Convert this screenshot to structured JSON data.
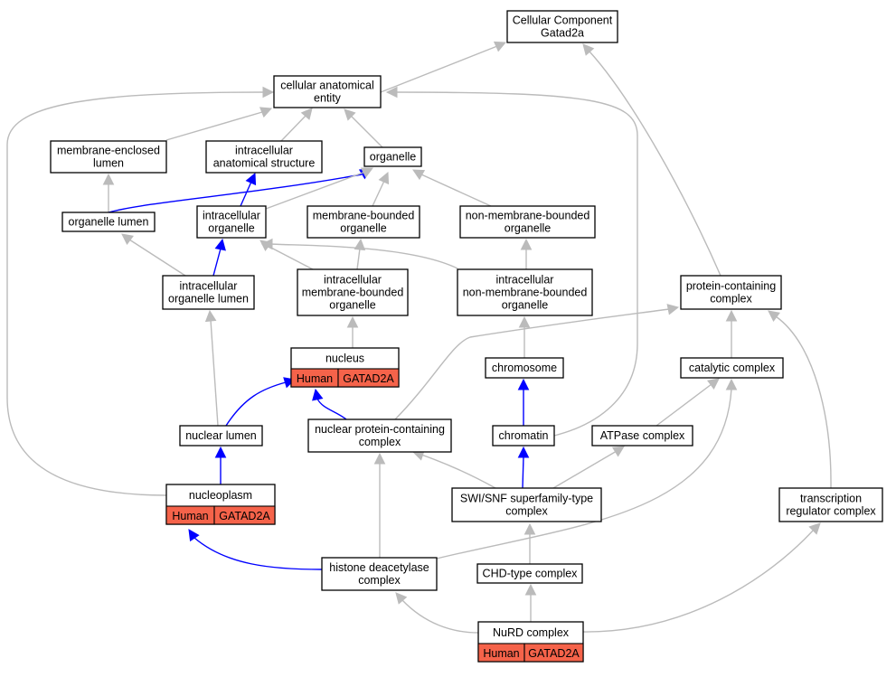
{
  "nodes": [
    {
      "id": "cc",
      "lines": [
        "Cellular Component",
        "Gatad2a"
      ]
    },
    {
      "id": "cae",
      "lines": [
        "cellular anatomical",
        "entity"
      ]
    },
    {
      "id": "mel",
      "lines": [
        "membrane-enclosed",
        "lumen"
      ]
    },
    {
      "id": "ias",
      "lines": [
        "intracellular",
        "anatomical structure"
      ]
    },
    {
      "id": "org",
      "lines": [
        "organelle"
      ]
    },
    {
      "id": "olu",
      "lines": [
        "organelle lumen"
      ]
    },
    {
      "id": "io",
      "lines": [
        "intracellular",
        "organelle"
      ]
    },
    {
      "id": "mbo",
      "lines": [
        "membrane-bounded",
        "organelle"
      ]
    },
    {
      "id": "nmbo",
      "lines": [
        "non-membrane-bounded",
        "organelle"
      ]
    },
    {
      "id": "iol",
      "lines": [
        "intracellular",
        "organelle lumen"
      ]
    },
    {
      "id": "imbo",
      "lines": [
        "intracellular",
        "membrane-bounded",
        "organelle"
      ]
    },
    {
      "id": "inmbo",
      "lines": [
        "intracellular",
        "non-membrane-bounded",
        "organelle"
      ]
    },
    {
      "id": "pcc",
      "lines": [
        "protein-containing",
        "complex"
      ]
    },
    {
      "id": "nuc",
      "lines": [
        "nucleus"
      ],
      "annotation": [
        "Human",
        "GATAD2A"
      ]
    },
    {
      "id": "chr",
      "lines": [
        "chromosome"
      ]
    },
    {
      "id": "cat",
      "lines": [
        "catalytic complex"
      ]
    },
    {
      "id": "nlu",
      "lines": [
        "nuclear lumen"
      ]
    },
    {
      "id": "npc",
      "lines": [
        "nuclear protein-containing",
        "complex"
      ]
    },
    {
      "id": "chro",
      "lines": [
        "chromatin"
      ]
    },
    {
      "id": "atp",
      "lines": [
        "ATPase complex"
      ]
    },
    {
      "id": "npl",
      "lines": [
        "nucleoplasm"
      ],
      "annotation": [
        "Human",
        "GATAD2A"
      ]
    },
    {
      "id": "swi",
      "lines": [
        "SWI/SNF superfamily-type",
        "complex"
      ]
    },
    {
      "id": "trc",
      "lines": [
        "transcription",
        "regulator complex"
      ]
    },
    {
      "id": "hdc",
      "lines": [
        "histone deacetylase",
        "complex"
      ]
    },
    {
      "id": "chd",
      "lines": [
        "CHD-type complex"
      ]
    },
    {
      "id": "nurd",
      "lines": [
        "NuRD complex"
      ],
      "annotation": [
        "Human",
        "GATAD2A"
      ]
    }
  ],
  "edges": [
    {
      "from": "cae",
      "to": "cc",
      "color": "#bbbbbb"
    },
    {
      "from": "pcc",
      "to": "cc",
      "color": "#bbbbbb"
    },
    {
      "from": "mel",
      "to": "cae",
      "color": "#bbbbbb"
    },
    {
      "from": "ias",
      "to": "cae",
      "color": "#bbbbbb"
    },
    {
      "from": "org",
      "to": "cae",
      "color": "#bbbbbb"
    },
    {
      "from": "npl",
      "to": "cae",
      "color": "#bbbbbb"
    },
    {
      "from": "chro",
      "to": "cae",
      "color": "#bbbbbb"
    },
    {
      "from": "olu",
      "to": "mel",
      "color": "#bbbbbb"
    },
    {
      "from": "olu",
      "to": "org",
      "color": "#0000ff"
    },
    {
      "from": "io",
      "to": "ias",
      "color": "#0000ff"
    },
    {
      "from": "io",
      "to": "org",
      "color": "#bbbbbb"
    },
    {
      "from": "mbo",
      "to": "org",
      "color": "#bbbbbb"
    },
    {
      "from": "nmbo",
      "to": "org",
      "color": "#bbbbbb"
    },
    {
      "from": "iol",
      "to": "olu",
      "color": "#bbbbbb"
    },
    {
      "from": "iol",
      "to": "io",
      "color": "#0000ff"
    },
    {
      "from": "imbo",
      "to": "io",
      "color": "#bbbbbb"
    },
    {
      "from": "imbo",
      "to": "mbo",
      "color": "#bbbbbb"
    },
    {
      "from": "inmbo",
      "to": "io",
      "color": "#bbbbbb"
    },
    {
      "from": "inmbo",
      "to": "nmbo",
      "color": "#bbbbbb"
    },
    {
      "from": "nuc",
      "to": "imbo",
      "color": "#bbbbbb"
    },
    {
      "from": "chr",
      "to": "inmbo",
      "color": "#bbbbbb"
    },
    {
      "from": "cat",
      "to": "pcc",
      "color": "#bbbbbb"
    },
    {
      "from": "npc",
      "to": "pcc",
      "color": "#bbbbbb"
    },
    {
      "from": "trc",
      "to": "pcc",
      "color": "#bbbbbb"
    },
    {
      "from": "nlu",
      "to": "iol",
      "color": "#bbbbbb"
    },
    {
      "from": "nlu",
      "to": "nuc",
      "color": "#0000ff"
    },
    {
      "from": "npc",
      "to": "nuc",
      "color": "#0000ff"
    },
    {
      "from": "chro",
      "to": "chr",
      "color": "#0000ff"
    },
    {
      "from": "atp",
      "to": "cat",
      "color": "#bbbbbb"
    },
    {
      "from": "npl",
      "to": "nlu",
      "color": "#0000ff"
    },
    {
      "from": "swi",
      "to": "npc",
      "color": "#bbbbbb"
    },
    {
      "from": "swi",
      "to": "chro",
      "color": "#0000ff"
    },
    {
      "from": "swi",
      "to": "atp",
      "color": "#bbbbbb"
    },
    {
      "from": "hdc",
      "to": "npl",
      "color": "#0000ff"
    },
    {
      "from": "hdc",
      "to": "npc",
      "color": "#bbbbbb"
    },
    {
      "from": "hdc",
      "to": "cat",
      "color": "#bbbbbb"
    },
    {
      "from": "chd",
      "to": "swi",
      "color": "#bbbbbb"
    },
    {
      "from": "nurd",
      "to": "hdc",
      "color": "#bbbbbb"
    },
    {
      "from": "nurd",
      "to": "chd",
      "color": "#bbbbbb"
    },
    {
      "from": "nurd",
      "to": "trc",
      "color": "#bbbbbb"
    }
  ]
}
